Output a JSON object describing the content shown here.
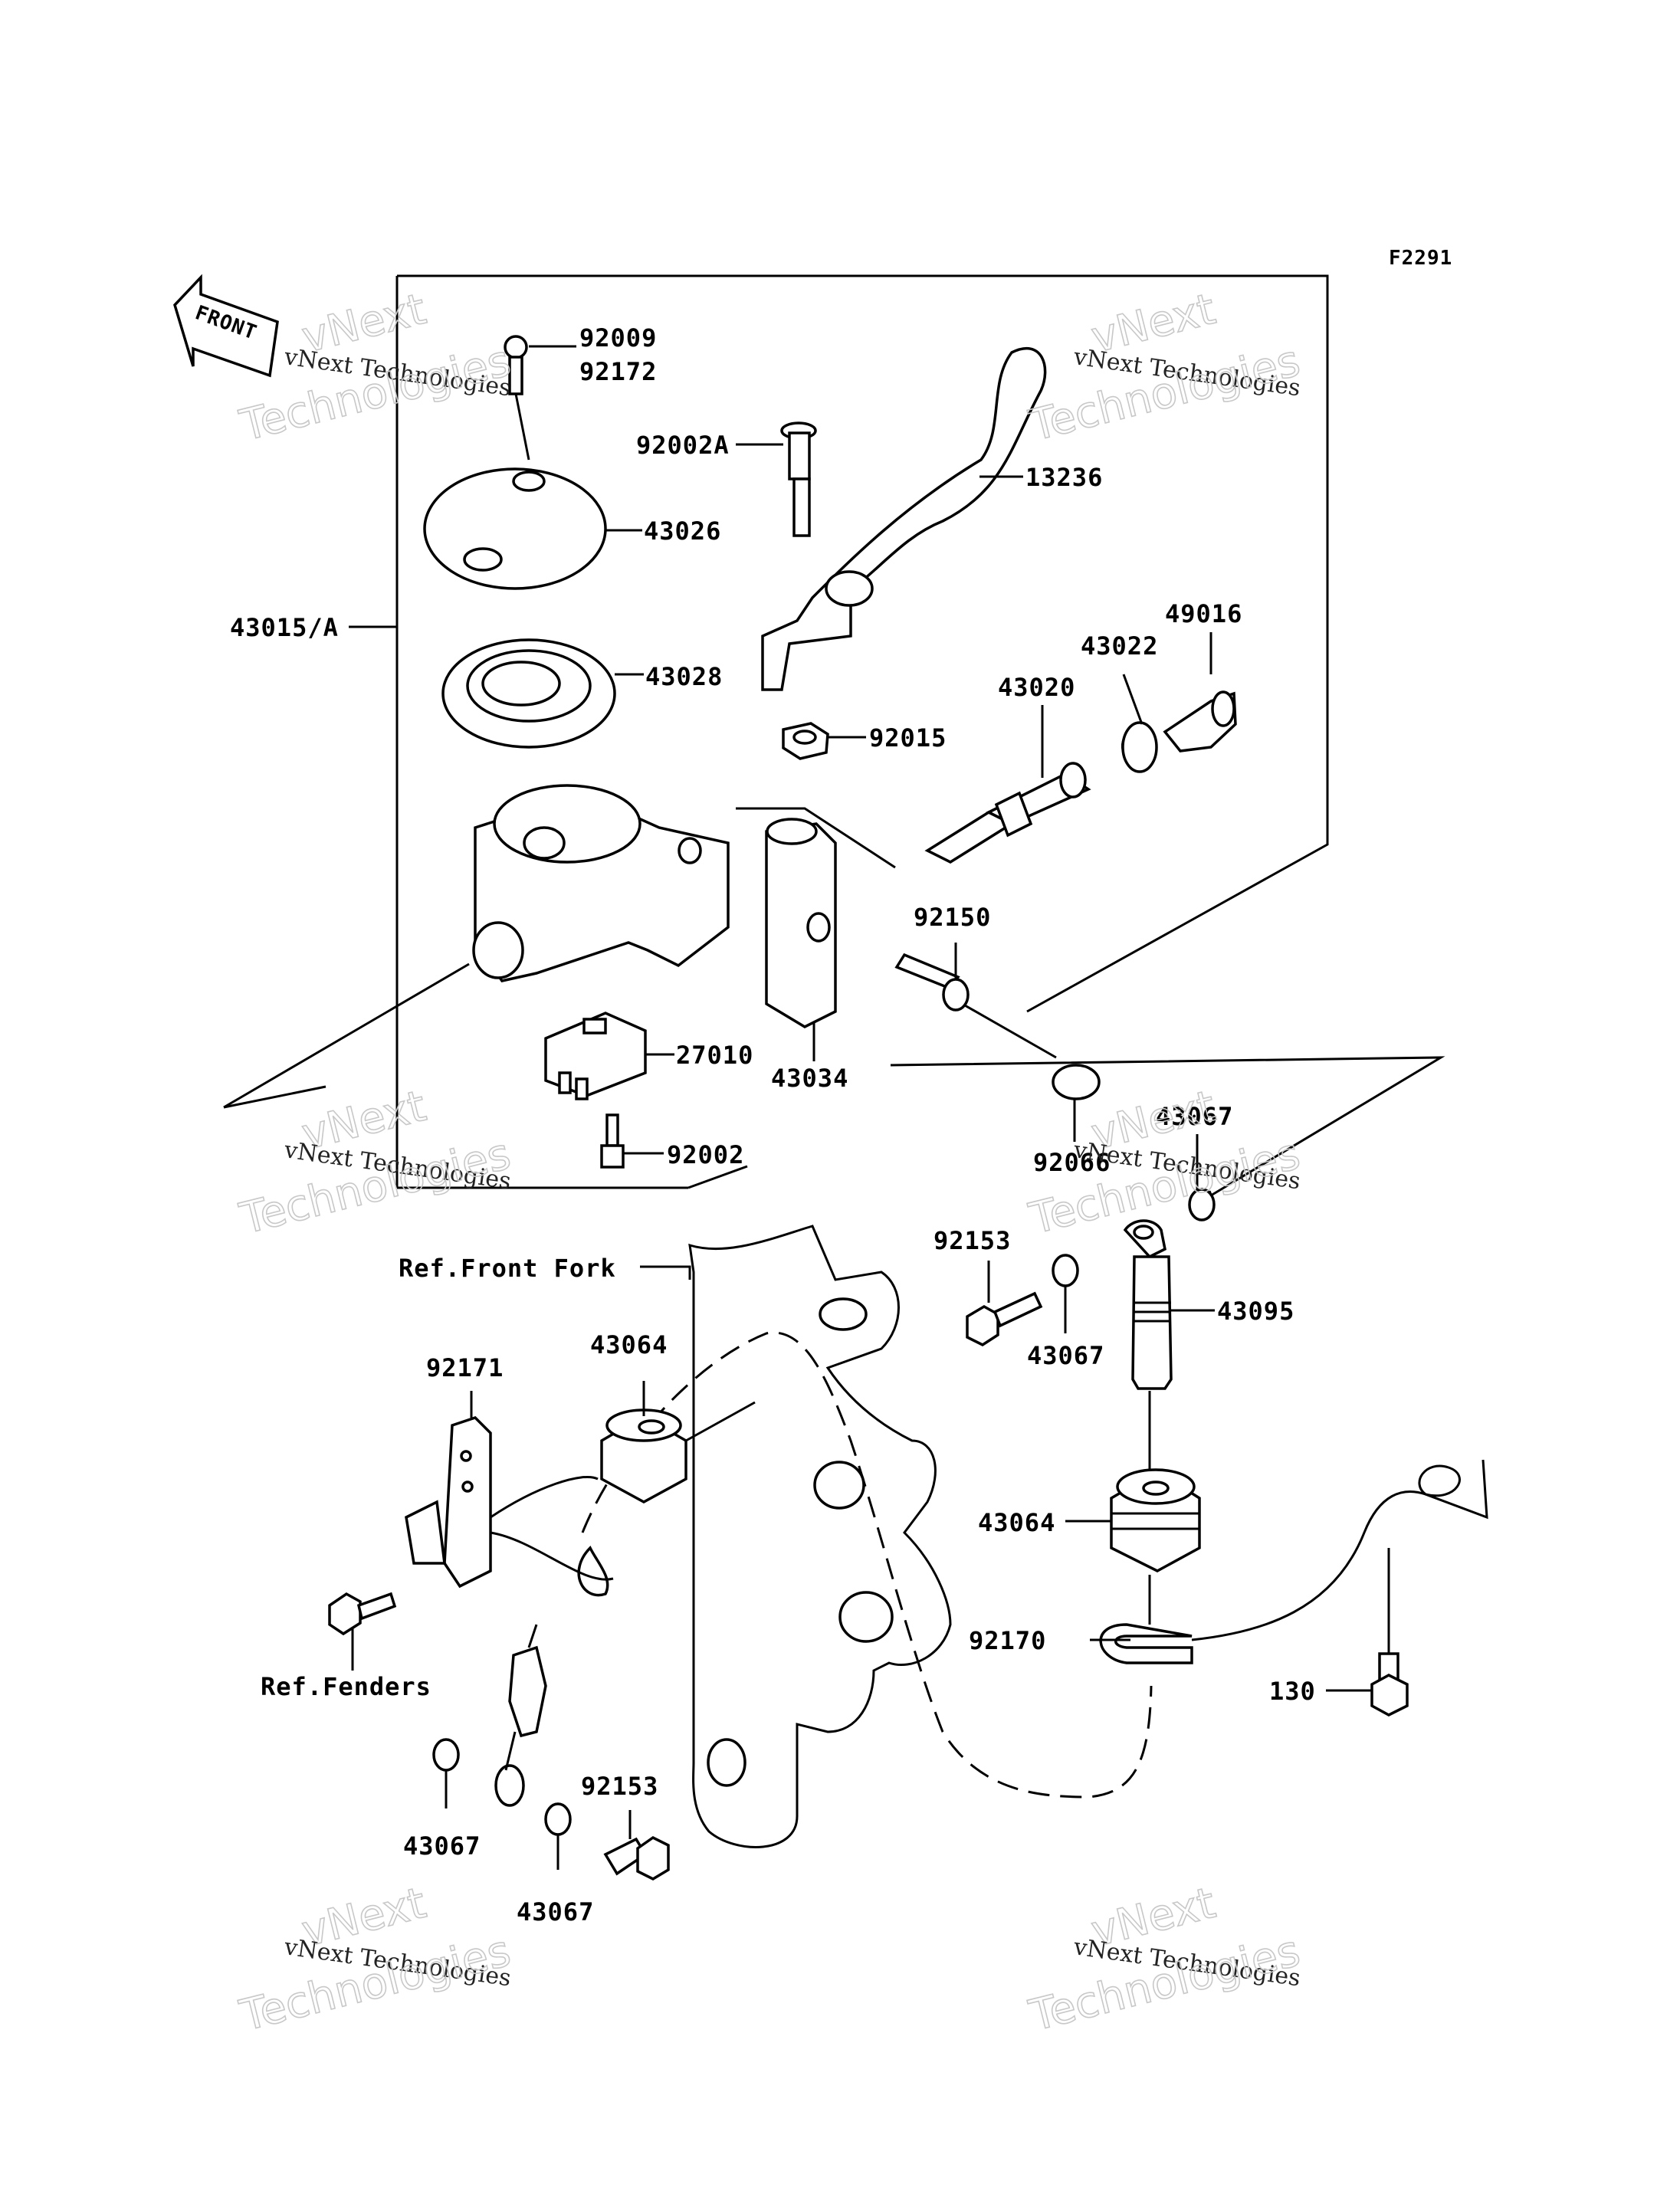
{
  "figure_code": "F2291",
  "front_label": "FRONT",
  "watermark": {
    "line1": "vNext Technologies",
    "line2": "Technologies",
    "line3": "vNext"
  },
  "labels": {
    "p92009": "92009",
    "p92172": "92172",
    "p92002A": "92002A",
    "p13236": "13236",
    "p43026": "43026",
    "p43015A": "43015/A",
    "p43028": "43028",
    "p92015": "92015",
    "p43020": "43020",
    "p43022": "43022",
    "p49016": "49016",
    "p92150": "92150",
    "p27010": "27010",
    "p43034": "43034",
    "p92002": "92002",
    "p92066": "92066",
    "p43067_a": "43067",
    "p92153_a": "92153",
    "p43067_b": "43067",
    "p43095": "43095",
    "ref_front_fork": "Ref.Front Fork",
    "p43064_a": "43064",
    "p92171": "92171",
    "ref_fenders": "Ref.Fenders",
    "p43064_b": "43064",
    "p92170": "92170",
    "p130": "130",
    "p43067_c": "43067",
    "p92153_b": "92153",
    "p43067_d": "43067"
  }
}
